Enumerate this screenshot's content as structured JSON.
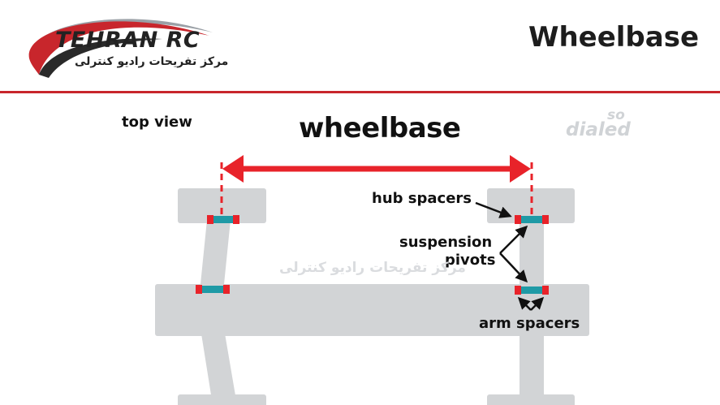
{
  "header": {
    "logo_name": "TEHRAN RC",
    "logo_subtitle": "مرکز تفریحات رادیو کنترلی",
    "page_title": "Wheelbase"
  },
  "diagram": {
    "view_label": "top view",
    "title": "wheelbase",
    "brand_line1": "so",
    "brand_line2": "dialed",
    "callouts": {
      "hub_spacers": "hub spacers",
      "suspension_line1": "suspension",
      "suspension_line2": "pivots",
      "arm_spacers": "arm spacers"
    },
    "watermark": "مرکز تفریحات رادیو کنترلی"
  },
  "colors": {
    "accent_red": "#e8232a",
    "spacer_teal": "#1f9aa6",
    "part_gray": "#d2d4d6",
    "rule_red": "#c8262c"
  }
}
